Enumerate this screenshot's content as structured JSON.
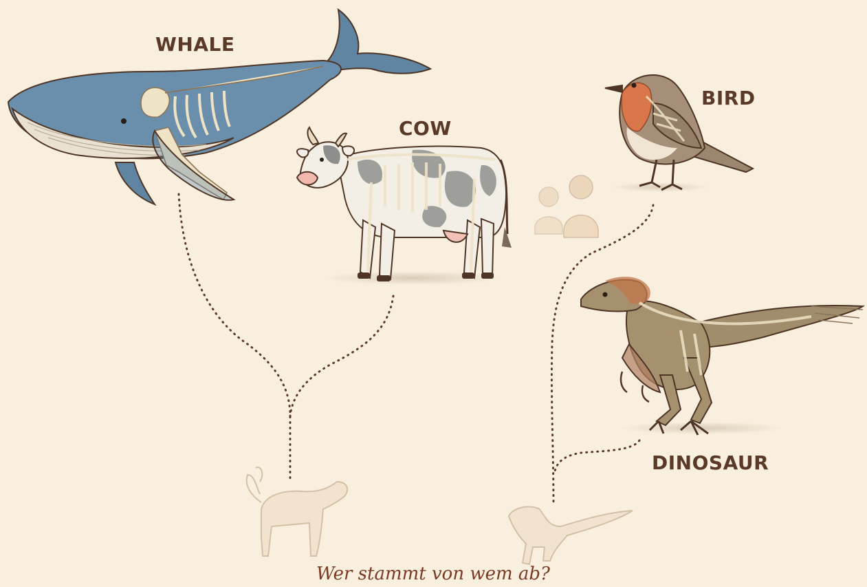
{
  "labels": {
    "whale": "WHALE",
    "cow": "COW",
    "bird": "BIRD",
    "dinosaur": "DINOSAUR"
  },
  "caption": "Wer stammt von wem ab?",
  "colors": {
    "background": "#f8efdf",
    "label_text": "#5a3a26",
    "caption_text": "#7a3a22",
    "dotted_line": "#5b3a28",
    "whale_body": "#5f85a3",
    "bird_breast": "#d9774a"
  }
}
